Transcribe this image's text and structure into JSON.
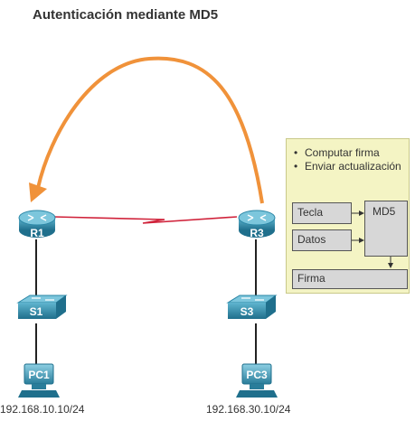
{
  "title": "Autenticación mediante MD5",
  "devices": {
    "r1": "R1",
    "r3": "R3",
    "s1": "S1",
    "s3": "S3",
    "pc1": "PC1",
    "pc3": "PC3"
  },
  "ip": {
    "pc1": "192.168.10.10/24",
    "pc3": "192.168.30.10/24"
  },
  "panel": {
    "bullets": [
      "Computar firma",
      "Enviar actualización"
    ],
    "tecla": "Tecla",
    "datos": "Datos",
    "md5": "MD5",
    "firma": "Firma"
  },
  "colors": {
    "arc": "#f0923a",
    "serial_link": "#d0223a",
    "device": "#2a86a6",
    "panel_bg": "#f4f4c4"
  }
}
